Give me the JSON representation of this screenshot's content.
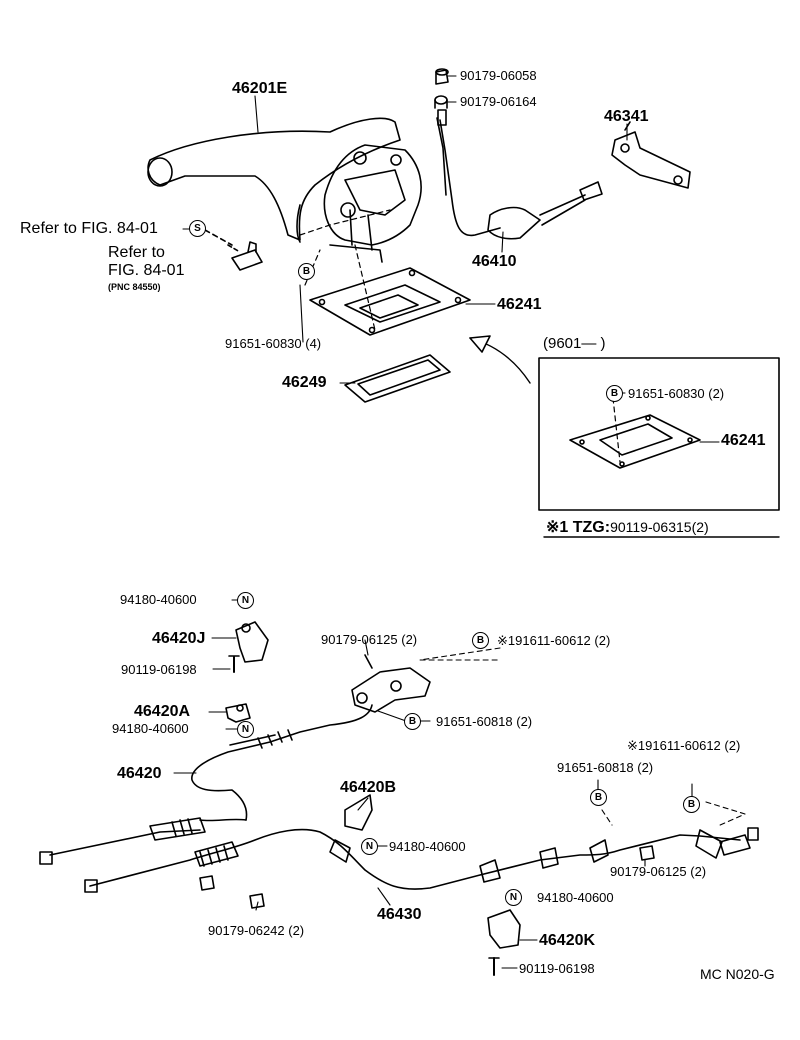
{
  "labels": {
    "lever": "46201E",
    "nut1": "90179-06058",
    "nut2": "90179-06164",
    "bracket_346341": "46341",
    "cable_46410": "46410",
    "plate_46241": "46241",
    "bolt_91651_4": "91651-60830 (4)",
    "boot_46249": "46249",
    "ref_s": "Refer to FIG. 84-01",
    "ref_switch_1": "Refer to",
    "ref_switch_2": "FIG. 84-01",
    "ref_switch_pnc": "(PNC 84550)",
    "inset_range": "(9601—          )",
    "inset_bolt": "91651-60830 (2)",
    "inset_plate": "46241",
    "tzg_mark": "※1 TZG:",
    "tzg_part": "90119-06315(2)",
    "clip_top": "94180-40600",
    "c46420J": "46420J",
    "bolt_06198_top": "90119-06198",
    "nut_06125_top": "90179-06125 (2)",
    "b_191611_top": "※191611-60612 (2)",
    "c46420A": "46420A",
    "clip_mid": "94180-40600",
    "b_60818_top": "91651-60818 (2)",
    "c46420": "46420",
    "b_191611_right": "※191611-60612 (2)",
    "b_60818_right": "91651-60818 (2)",
    "c46420B": "46420B",
    "clip_center": "94180-40600",
    "nut_06125_right": "90179-06125 (2)",
    "clip_lower": "94180-40600",
    "nut_06242": "90179-06242 (2)",
    "c46430": "46430",
    "c46420K": "46420K",
    "bolt_06198_bottom": "90119-06198",
    "code": "MC N020-G"
  },
  "markers": {
    "s": "S",
    "b": "B",
    "n": "N"
  }
}
